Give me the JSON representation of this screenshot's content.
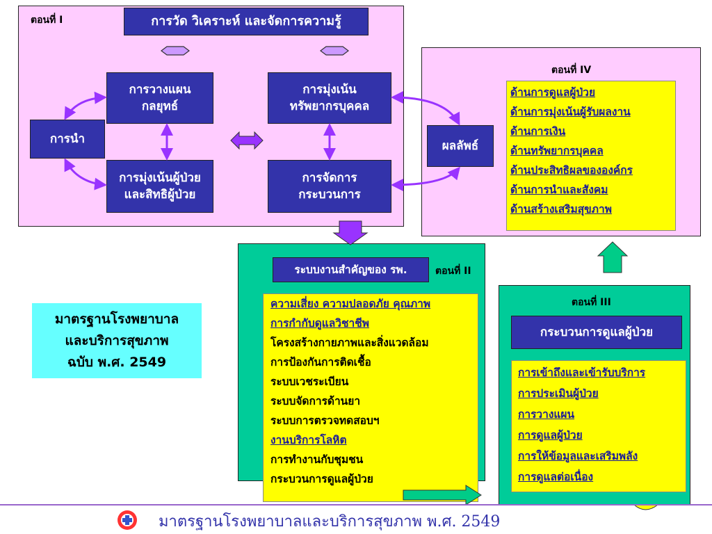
{
  "part1": {
    "label": "ตอนที่ I",
    "title": "การวัด วิเคราะห์ และจัดการความรู้",
    "strategic": "การวางแผน\nกลยุทธ์",
    "hr": "การมุ่งเน้น\nทรัพยากรบุคคล",
    "lead": "การนำ",
    "patient": "การมุ่งเน้นผู้ป่วย\nและสิทธิผู้ป่วย",
    "process": "การจัดการ\nกระบวนการ"
  },
  "part4": {
    "label": "ตอนที่ IV",
    "results": "ผลลัพธ์",
    "items": [
      "ด้านการดูแลผู้ป่วย",
      "ด้านการมุ่งเน้นผู้รับผลงาน",
      "ด้านการเงิน",
      "ด้านทรัพยากรบุคคล",
      "ด้านประสิทธิผลขององค์กร",
      "ด้านการนำและสังคม",
      "ด้านสร้างเสริมสุขภาพ"
    ]
  },
  "part2": {
    "label": "ตอนที่ II",
    "title": "ระบบงานสำคัญของ รพ.",
    "items": [
      {
        "text": "ความเสี่ยง ความปลอดภัย คุณภาพ",
        "link": true
      },
      {
        "text": "การกำกับดูแลวิชาชีพ",
        "link": true
      },
      {
        "text": "โครงสร้างกายภาพและสิ่งแวดล้อม",
        "link": false
      },
      {
        "text": "การป้องกันการติดเชื้อ",
        "link": false
      },
      {
        "text": "ระบบเวชระเบียน",
        "link": false
      },
      {
        "text": "ระบบจัดการด้านยา",
        "link": false
      },
      {
        "text": "ระบบการตรวจทดสอบฯ",
        "link": false
      },
      {
        "text": "งานบริการโลหิต",
        "link": true
      },
      {
        "text": "การทำงานกับชุมชน",
        "link": false
      },
      {
        "text": "กระบวนการดูแลผู้ป่วย",
        "link": false
      }
    ]
  },
  "part3": {
    "label": "ตอนที่ III",
    "title": "กระบวนการดูแลผู้ป่วย",
    "items": [
      "การเข้าถึงและเข้ารับบริการ",
      "การประเมินผู้ป่วย",
      "การวางแผน",
      "การดูแลผู้ป่วย",
      "การให้ข้อมูลและเสริมพลัง",
      "การดูแลต่อเนื่อง"
    ]
  },
  "standard": "มาตรฐานโรงพยาบาล\nและบริการสุขภาพ\nฉบับ พ.ศ. 2549",
  "footer": "มาตรฐานโรงพยาบาลและบริการสุขภาพ พ.ศ. 2549",
  "colors": {
    "pink_panel": "#ffccff",
    "green_panel": "#00cc99",
    "blue_box": "#3333aa",
    "yellow_box": "#ffff00",
    "cyan_box": "#66ffff",
    "arrow_purple": "#9933ff",
    "arrow_green": "#00cc88",
    "link_text": "#1a1a99"
  }
}
